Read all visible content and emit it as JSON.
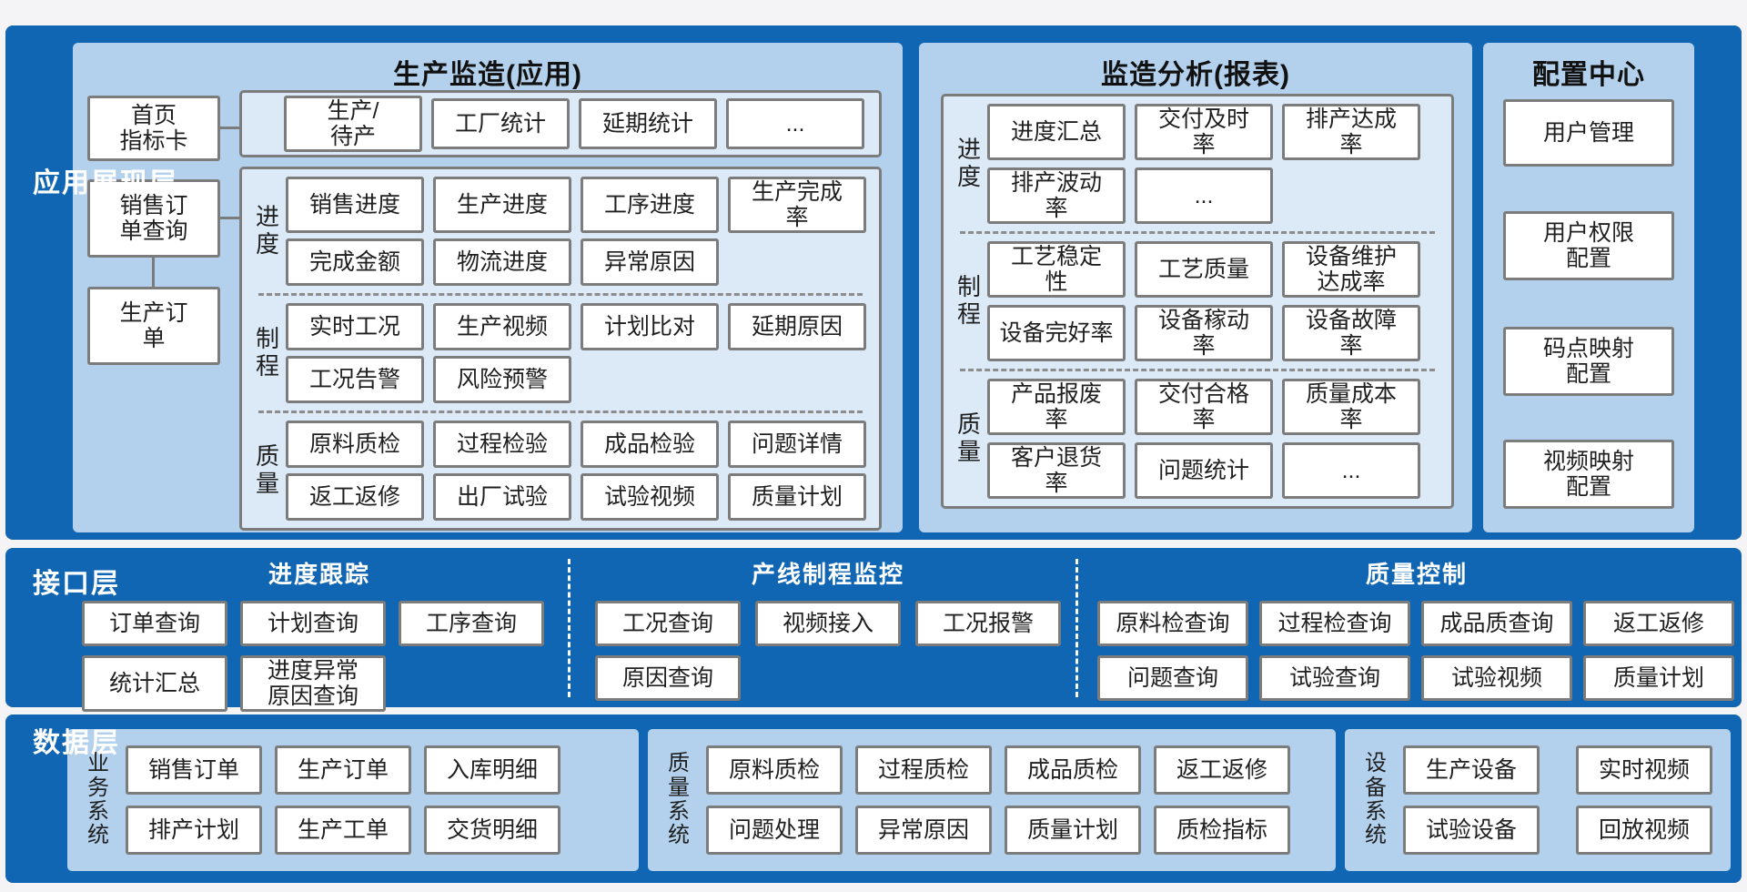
{
  "colors": {
    "band_blue": "#1166b3",
    "panel_blue": "#b3d1ec",
    "tray_blue": "#dceaf8",
    "box_border": "#7c7c7c",
    "box_fill": "#ffffff",
    "text_dark": "#1f1f1f",
    "label_white": "#ffffff"
  },
  "presentation": {
    "label": "应用展现层",
    "production_app": {
      "title": "生产监造(应用)",
      "nav": [
        "首页\n指标卡",
        "销售订\n单查询",
        "生产订\n单"
      ],
      "overview_row": [
        "生产/\n待产",
        "工厂统计",
        "延期统计",
        "..."
      ],
      "sections": [
        {
          "name": "进\n度",
          "rows": [
            [
              "销售进度",
              "生产进度",
              "工序进度",
              "生产完成\n率"
            ],
            [
              "完成金额",
              "物流进度",
              "异常原因"
            ]
          ]
        },
        {
          "name": "制\n程",
          "rows": [
            [
              "实时工况",
              "生产视频",
              "计划比对",
              "延期原因"
            ],
            [
              "工况告警",
              "风险预警"
            ]
          ]
        },
        {
          "name": "质\n量",
          "rows": [
            [
              "原料质检",
              "过程检验",
              "成品检验",
              "问题详情"
            ],
            [
              "返工返修",
              "出厂试验",
              "试验视频",
              "质量计划"
            ]
          ]
        }
      ]
    },
    "analysis_report": {
      "title": "监造分析(报表)",
      "sections": [
        {
          "name": "进\n度",
          "rows": [
            [
              "进度汇总",
              "交付及时\n率",
              "排产达成\n率"
            ],
            [
              "排产波动\n率",
              "..."
            ]
          ]
        },
        {
          "name": "制\n程",
          "rows": [
            [
              "工艺稳定\n性",
              "工艺质量",
              "设备维护\n达成率"
            ],
            [
              "设备完好率",
              "设备稼动\n率",
              "设备故障\n率"
            ]
          ]
        },
        {
          "name": "质\n量",
          "rows": [
            [
              "产品报废\n率",
              "交付合格\n率",
              "质量成本\n率"
            ],
            [
              "客户退货\n率",
              "问题统计",
              "..."
            ]
          ]
        }
      ]
    },
    "config_center": {
      "title": "配置中心",
      "items": [
        "用户管理",
        "用户权限\n配置",
        "码点映射\n配置",
        "视频映射\n配置"
      ]
    }
  },
  "interface": {
    "label": "接口层",
    "groups": [
      {
        "title": "进度跟踪",
        "rows": [
          [
            "订单查询",
            "计划查询",
            "工序查询"
          ],
          [
            "统计汇总",
            "进度异常\n原因查询"
          ]
        ]
      },
      {
        "title": "产线制程监控",
        "rows": [
          [
            "工况查询",
            "视频接入",
            "工况报警"
          ],
          [
            "原因查询"
          ]
        ]
      },
      {
        "title": "质量控制",
        "rows": [
          [
            "原料检查询",
            "过程检查询",
            "成品质查询",
            "返工返修"
          ],
          [
            "问题查询",
            "试验查询",
            "试验视频",
            "质量计划"
          ]
        ]
      }
    ]
  },
  "data_layer": {
    "label": "数据层",
    "systems": [
      {
        "name": "业\n务\n系\n统",
        "rows": [
          [
            "销售订单",
            "生产订单",
            "入库明细"
          ],
          [
            "排产计划",
            "生产工单",
            "交货明细"
          ]
        ]
      },
      {
        "name": "质\n量\n系\n统",
        "rows": [
          [
            "原料质检",
            "过程质检",
            "成品质检",
            "返工返修"
          ],
          [
            "问题处理",
            "异常原因",
            "质量计划",
            "质检指标"
          ]
        ]
      },
      {
        "name": "设\n备\n系\n统",
        "rows": [
          [
            "生产设备",
            "实时视频"
          ],
          [
            "试验设备",
            "回放视频"
          ]
        ]
      }
    ]
  }
}
